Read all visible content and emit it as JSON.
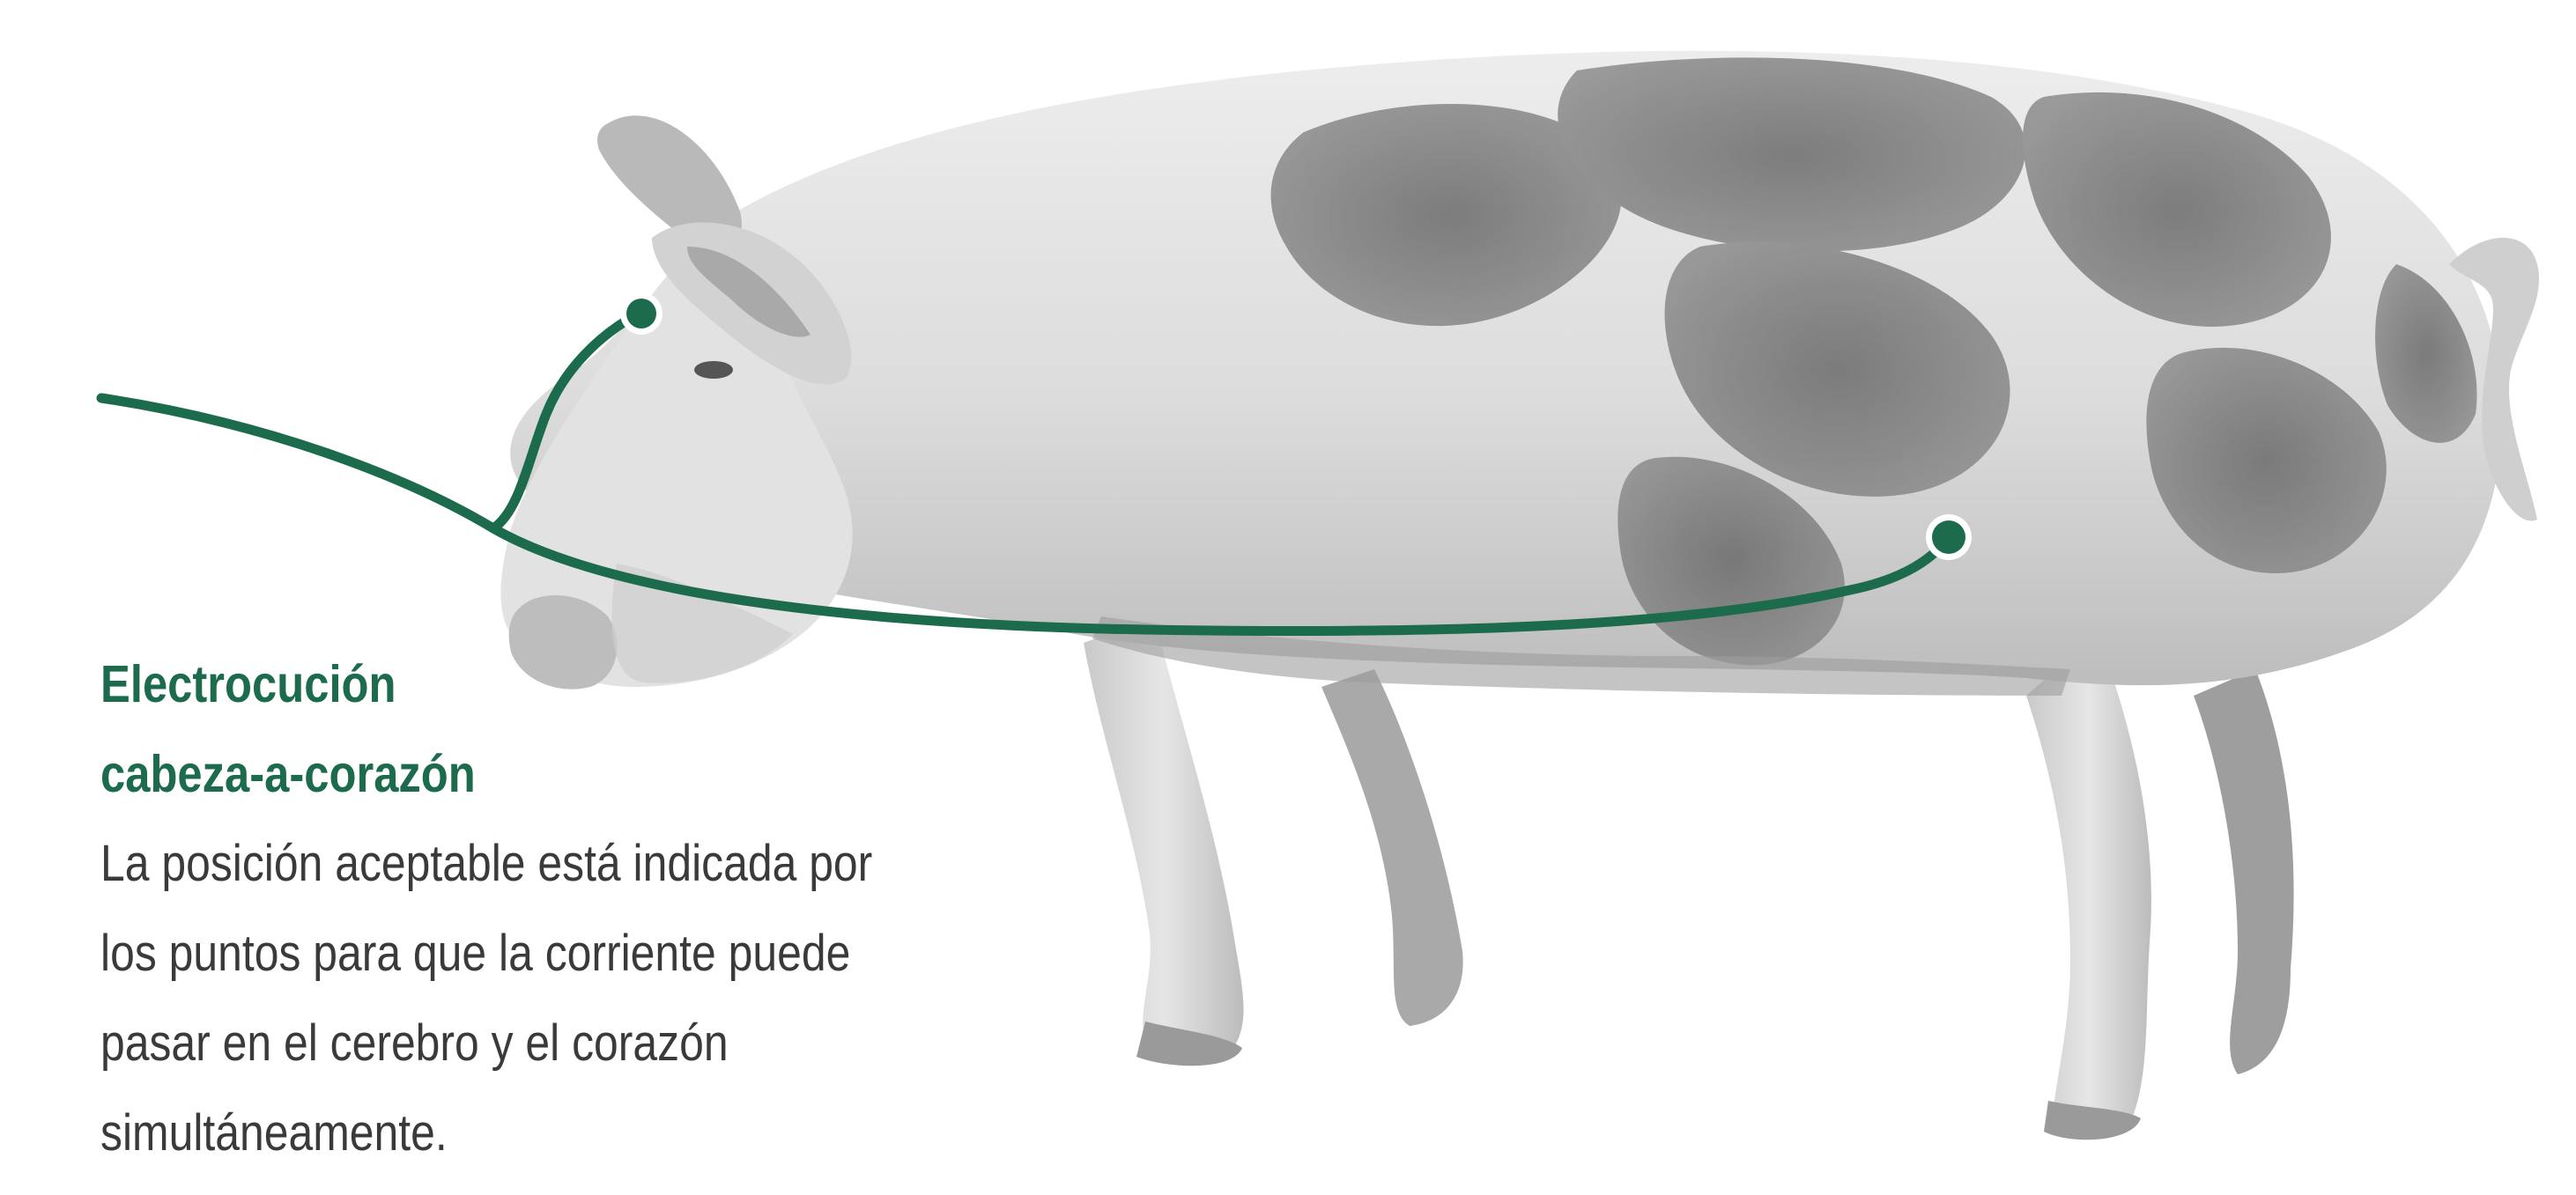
{
  "caption": {
    "title_line1": "Electrocución",
    "title_line2": "cabeza-a-corazón",
    "body_lines": [
      "La posición aceptable está indicada por",
      "los puntos para que la corriente puede",
      "pasar en el cerebro y el corazón",
      "simultáneamente."
    ]
  },
  "colors": {
    "accent": "#1c6b4c",
    "text": "#3a3a3a",
    "background": "#ffffff"
  },
  "figure": {
    "subject": "pig-photo-grayscale",
    "markers": [
      "head-electrode-point",
      "heart-electrode-point"
    ]
  }
}
